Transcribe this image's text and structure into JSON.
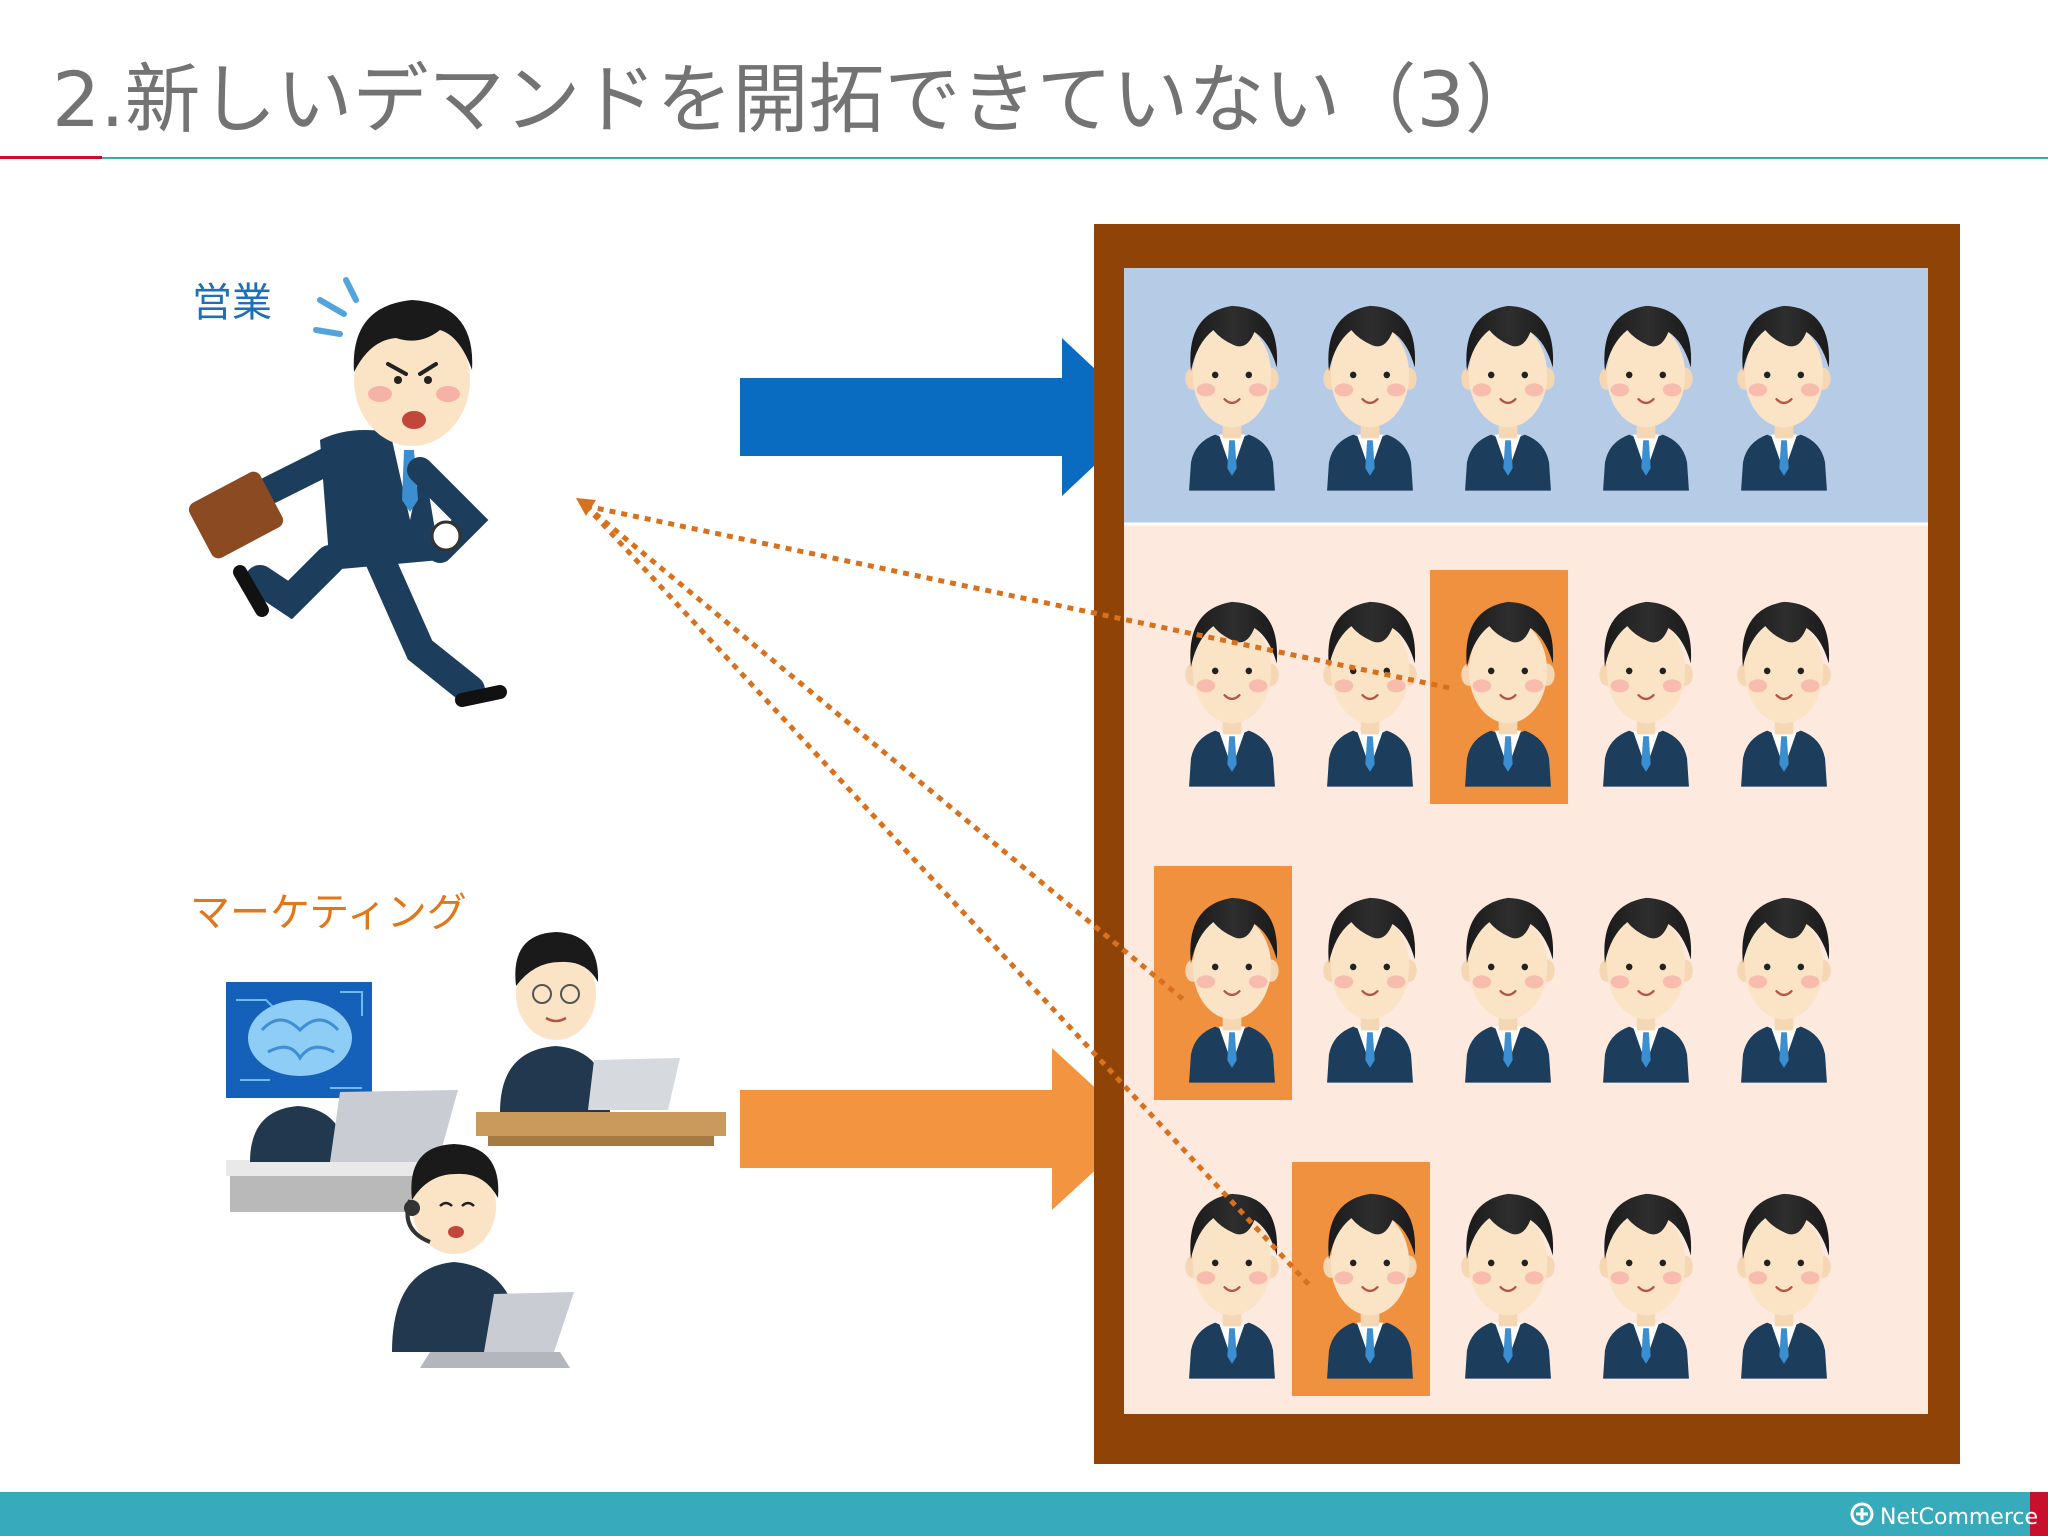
{
  "slide": {
    "title": "2.新しいデマンドを開拓できていない（3）",
    "brand": "NetCommerce"
  },
  "roles": {
    "sales_label": "営業",
    "marketing_label": "マーケティング"
  },
  "grid": {
    "rows": 4,
    "cols": 5,
    "highlighted": [
      [
        1,
        2
      ],
      [
        2,
        0
      ],
      [
        3,
        1
      ]
    ]
  },
  "colors": {
    "title_text": "#737373",
    "accent_red": "#c8102e",
    "accent_teal": "#36a8b7",
    "footer_teal": "#37aabb",
    "sales_blue": "#0a6cc1",
    "marketing_orange": "#f39440",
    "board_frame": "#8f4306",
    "board_top_panel": "#b6cbe6",
    "board_bottom_panel": "#fde9de",
    "highlight_box": "#f0913f",
    "dotted_line": "#d7711d",
    "sales_label_color": "#1f6fb5",
    "marketing_label_color": "#e0781b"
  },
  "icons": {
    "sales": "running-salesman-icon",
    "marketing": "marketing-team-icon",
    "person": "businessman-avatar-icon",
    "brand": "netcommerce-logo-icon"
  }
}
